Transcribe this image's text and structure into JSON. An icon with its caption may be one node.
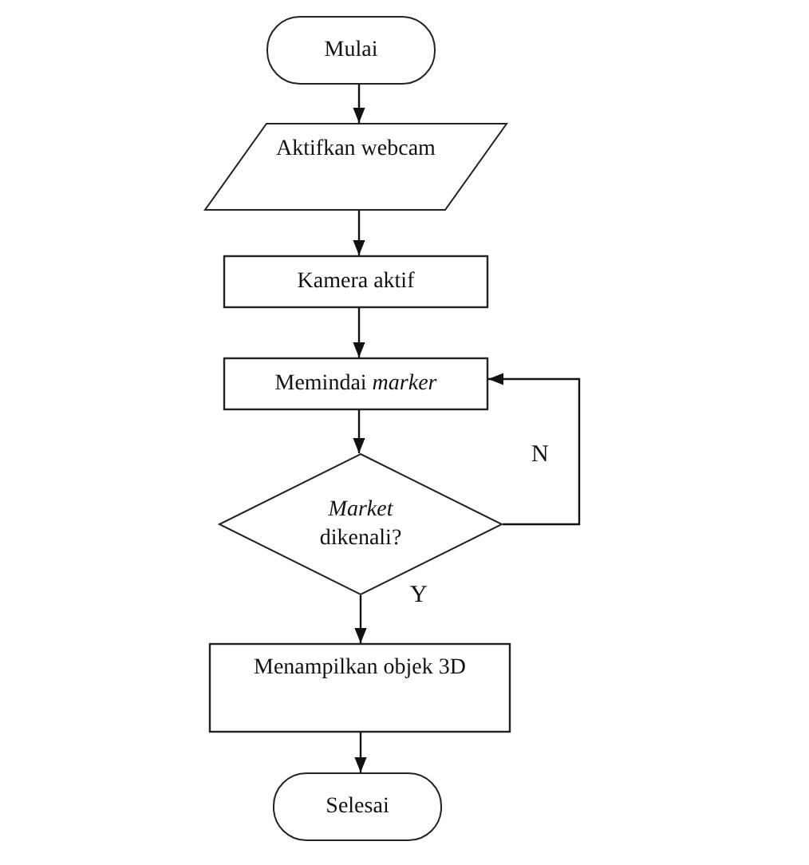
{
  "diagram": {
    "nodes": [
      {
        "text": [
          "Mulai"
        ]
      },
      {
        "text": [
          "Aktifkan webcam"
        ]
      },
      {
        "text": [
          "Kamera aktif"
        ]
      },
      {
        "text": [
          "Memindai *marker*"
        ]
      },
      {
        "text": [
          "*Market* dikenali?"
        ]
      },
      {
        "text": [
          "Menampilkan objek 3D"
        ]
      },
      {
        "text": [
          "Selesai"
        ]
      }
    ],
    "edges": [
      {
        "from": 0,
        "to": 1,
        "arrow": "to"
      },
      {
        "from": 1,
        "to": 2,
        "arrow": "to"
      },
      {
        "from": 2,
        "to": 3,
        "arrow": "to"
      },
      {
        "from": 3,
        "to": 4,
        "arrow": "to"
      },
      {
        "from": 4,
        "to": 5,
        "arrow": "to",
        "label": "Y"
      },
      {
        "from": 5,
        "to": 6,
        "arrow": "to"
      },
      {
        "from": 4,
        "to": 3,
        "arrow": "to",
        "label": "N"
      }
    ]
  }
}
